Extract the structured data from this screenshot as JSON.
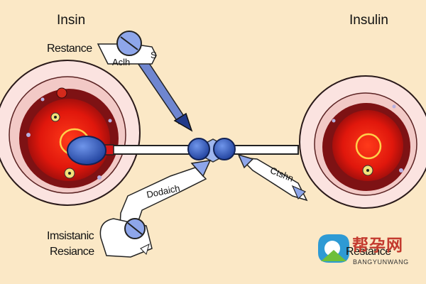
{
  "labels": {
    "top_left": "Insin",
    "top_right": "Insulin",
    "resistance_top": "Restance",
    "signpost_left": "Aclh",
    "signpost_right": "S",
    "center_signpost": "Dodaich",
    "right_signpost": "Ctshn",
    "bottom_left_line1": "Imsistanic",
    "bottom_left_line2": "Resiance",
    "bottom_right": "Restance"
  },
  "watermark": {
    "chinese": "帮孕网",
    "latin": "BANGYUNWANG"
  },
  "colors": {
    "background": "#fbe8c6",
    "cell_outer": "#fbe3e0",
    "cell_tissue": "#7e1214",
    "cell_core": "#e0170c",
    "pill_blue": "#2f56b8",
    "arrow_blue": "#6f86d0",
    "watermark_red": "#c33a2e"
  }
}
